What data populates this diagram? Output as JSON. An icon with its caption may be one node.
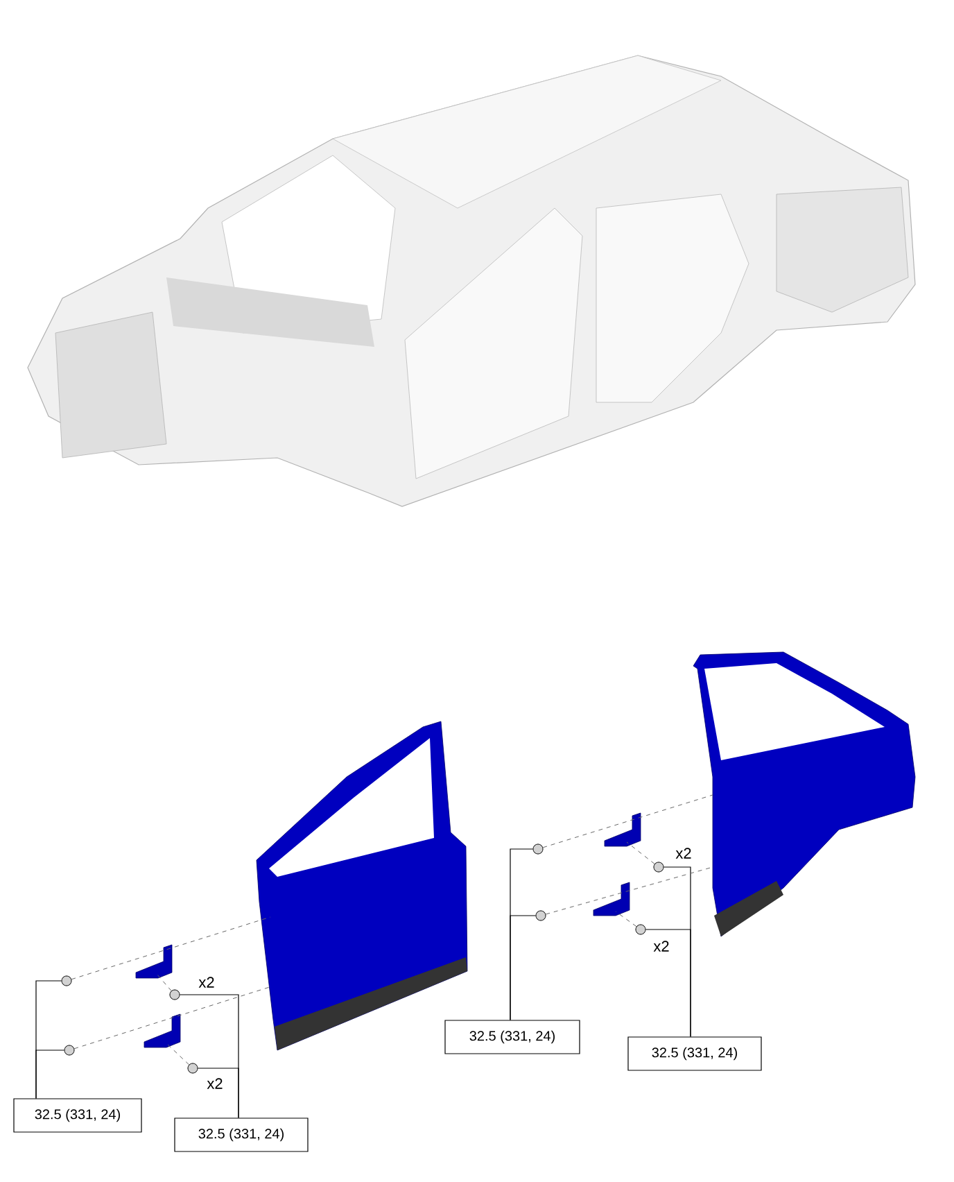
{
  "diagram": {
    "nodes": [
      {
        "text": [
          "32.5 (331, 24)"
        ]
      },
      {
        "text": [
          "32.5 (331, 24)"
        ]
      },
      {
        "text": [
          "32.5 (331, 24)"
        ]
      },
      {
        "text": [
          "32.5 (331, 24)"
        ]
      },
      {
        "text": [],
        "shape": "circle"
      },
      {
        "text": [],
        "shape": "circle"
      },
      {
        "text": [],
        "shape": "circle"
      },
      {
        "text": [],
        "shape": "circle"
      },
      {
        "text": [],
        "shape": "circle"
      },
      {
        "text": [],
        "shape": "circle"
      },
      {
        "text": [],
        "shape": "circle"
      },
      {
        "text": [],
        "shape": "circle"
      },
      {
        "text": [],
        "shape": "picture"
      },
      {
        "text": [],
        "shape": "picture"
      },
      {
        "text": [],
        "shape": "picture"
      },
      {
        "text": [],
        "shape": "picture"
      },
      {
        "text": [],
        "shape": "picture"
      },
      {
        "text": [],
        "shape": "picture"
      }
    ],
    "edges": [
      {
        "from": 0,
        "to": 4,
        "arrow": "none"
      },
      {
        "from": 0,
        "to": 5,
        "arrow": "none"
      },
      {
        "from": 1,
        "to": 6,
        "arrow": "none"
      },
      {
        "from": 1,
        "to": 7,
        "arrow": "none"
      },
      {
        "from": 2,
        "to": 8,
        "arrow": "none"
      },
      {
        "from": 2,
        "to": 9,
        "arrow": "none"
      },
      {
        "from": 3,
        "to": 10,
        "arrow": "none"
      },
      {
        "from": 3,
        "to": 11,
        "arrow": "none"
      },
      {
        "from": 8,
        "to": 12,
        "arrow": "none",
        "style": "dashed",
        "color": "#666666"
      },
      {
        "from": 9,
        "to": 12,
        "arrow": "none",
        "style": "dashed",
        "color": "#666666"
      },
      {
        "from": 10,
        "to": 14,
        "arrow": "none",
        "style": "dashed",
        "color": "#666666"
      },
      {
        "from": 11,
        "to": 15,
        "arrow": "none",
        "style": "dashed",
        "color": "#666666"
      },
      {
        "from": 4,
        "to": 13,
        "arrow": "none",
        "style": "dashed",
        "color": "#666666"
      },
      {
        "from": 5,
        "to": 13,
        "arrow": "none",
        "style": "dashed",
        "color": "#666666"
      },
      {
        "from": 6,
        "to": 16,
        "arrow": "none",
        "style": "dashed",
        "color": "#666666"
      },
      {
        "from": 7,
        "to": 17,
        "arrow": "none",
        "style": "dashed",
        "color": "#666666"
      }
    ],
    "labels": [
      "x2",
      "x2",
      "x2",
      "x2"
    ]
  }
}
